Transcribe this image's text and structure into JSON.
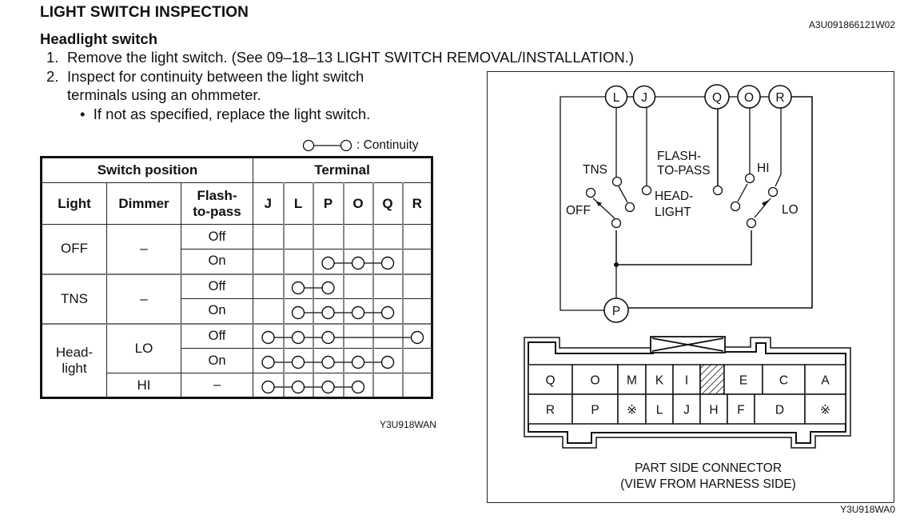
{
  "header": {
    "title": "LIGHT SWITCH INSPECTION",
    "doc_id": "A3U091866121W02",
    "subtitle": "Headlight switch"
  },
  "steps": [
    {
      "num": "1.",
      "text": "Remove the light switch. (See 09–18–13 LIGHT SWITCH REMOVAL/INSTALLATION.)"
    },
    {
      "num": "2.",
      "text": "Inspect for continuity between the light switch",
      "text_cont": "terminals using an ohmmeter."
    }
  ],
  "bullet": "If not as specified, replace the light switch.",
  "legend": {
    "label": ": Continuity"
  },
  "table": {
    "group_headers": {
      "switch_position": "Switch position",
      "terminal": "Terminal"
    },
    "columns": {
      "light": "Light",
      "dimmer": "Dimmer",
      "flash_line1": "Flash-",
      "flash_line2": "to-pass"
    },
    "terminals": [
      "J",
      "L",
      "P",
      "O",
      "Q",
      "R"
    ],
    "rows": [
      {
        "light": "OFF",
        "dimmer": "–",
        "flash": "Off",
        "continuity": []
      },
      {
        "light": "",
        "dimmer": "",
        "flash": "On",
        "continuity": [
          "P",
          "O",
          "Q"
        ]
      },
      {
        "light": "TNS",
        "dimmer": "–",
        "flash": "Off",
        "continuity": [
          "L",
          "P"
        ]
      },
      {
        "light": "",
        "dimmer": "",
        "flash": "On",
        "continuity": [
          "L",
          "P",
          "O",
          "Q"
        ]
      },
      {
        "light_line1": "Head-",
        "light_line2": "light",
        "dimmer": "LO",
        "flash": "Off",
        "continuity": [
          "J",
          "L",
          "P",
          "R"
        ]
      },
      {
        "light": "",
        "dimmer": "",
        "flash": "On",
        "continuity": [
          "J",
          "L",
          "P",
          "O",
          "Q"
        ]
      },
      {
        "light": "",
        "dimmer": "HI",
        "flash": "–",
        "continuity": [
          "J",
          "L",
          "P",
          "O"
        ]
      }
    ],
    "figure_id": "Y3U918WAN"
  },
  "diagram": {
    "top_terminals": [
      "L",
      "J",
      "Q",
      "O",
      "R"
    ],
    "bottom_terminal": "P",
    "labels": {
      "tns": "TNS",
      "off": "OFF",
      "flash1": "FLASH-",
      "flash2": "TO-PASS",
      "head1": "HEAD-",
      "head2": "LIGHT",
      "hi": "HI",
      "lo": "LO"
    },
    "connector": {
      "top_row": [
        "Q",
        "O",
        "M",
        "K",
        "I",
        "",
        "E",
        "C",
        "A"
      ],
      "bottom_row": [
        "R",
        "P",
        "※",
        "L",
        "J",
        "H",
        "F",
        "D",
        "※"
      ],
      "caption1": "PART SIDE CONNECTOR",
      "caption2": "(VIEW FROM HARNESS SIDE)"
    },
    "figure_id": "Y3U918WA0"
  }
}
